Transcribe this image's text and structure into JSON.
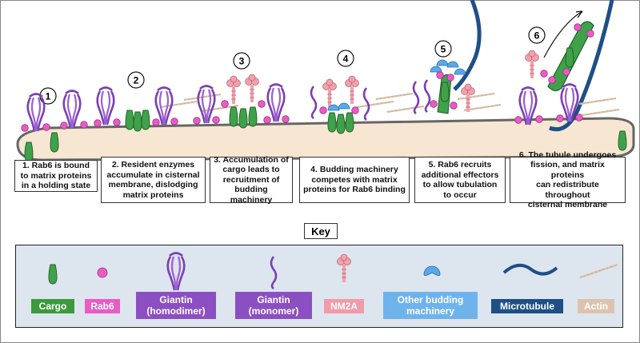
{
  "steps": [
    {
      "number": "1",
      "text": "1. Rab6 is bound\nto matrix proteins\nin a holding state"
    },
    {
      "number": "2",
      "text": "2. Resident enzymes\naccumulate in cisternal\nmembrane, dislodging\nmatrix proteins"
    },
    {
      "number": "3",
      "text": "3. Accumulation of\ncargo leads to\nrecruitment of\nbudding machinery"
    },
    {
      "number": "4",
      "text": "4. Budding machinery\ncompetes with matrix\nproteins for Rab6 binding"
    },
    {
      "number": "5",
      "text": "5. Rab6 recruits\nadditional effectors\nto allow tubulation\nto occur"
    },
    {
      "number": "6",
      "text": "6. The tubule undergoes\nfission, and matrix proteins\ncan redistribute throughout\ncisternal membrane"
    }
  ],
  "key": {
    "title": "Key",
    "items": [
      {
        "label": "Cargo",
        "color": "#3c9a3c",
        "icon": "cargo-icon"
      },
      {
        "label": "Rab6",
        "color": "#e85cc6",
        "icon": "rab6-icon"
      },
      {
        "label": "Giantin\n(homodimer)",
        "color": "#8c4fc1",
        "icon": "giantin-homodimer-icon"
      },
      {
        "label": "Giantin\n(monomer)",
        "color": "#8c4fc1",
        "icon": "giantin-monomer-icon"
      },
      {
        "label": "NM2A",
        "color": "#f29aa7",
        "icon": "nm2a-icon"
      },
      {
        "label": "Other budding\nmachinery",
        "color": "#6fb3ec",
        "icon": "budding-machinery-icon"
      },
      {
        "label": "Microtubule",
        "color": "#1e4f86",
        "icon": "microtubule-icon"
      },
      {
        "label": "Actin",
        "color": "#ddc3ad",
        "icon": "actin-icon"
      }
    ]
  }
}
